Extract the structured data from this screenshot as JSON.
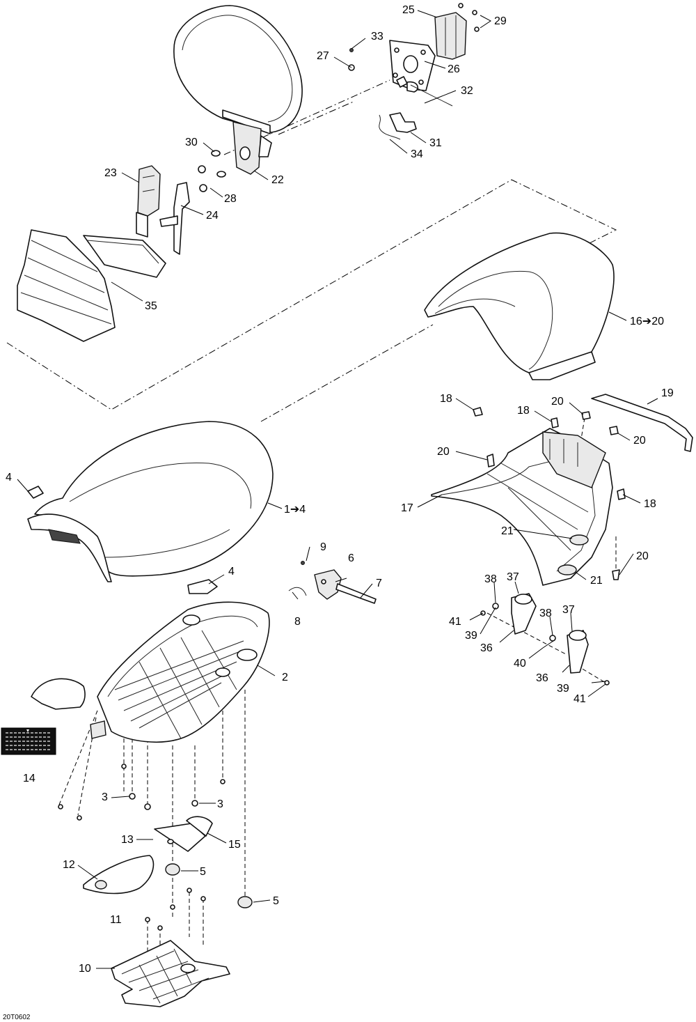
{
  "diagram": {
    "code": "20T0602",
    "callouts": [
      "25",
      "29",
      "33",
      "27",
      "26",
      "32",
      "31",
      "34",
      "30",
      "22",
      "23",
      "28",
      "24",
      "35",
      "16➔20",
      "19",
      "18",
      "20",
      "18",
      "20",
      "20",
      "17",
      "18",
      "21",
      "20",
      "21",
      "4",
      "1➔4",
      "9",
      "6",
      "4",
      "7",
      "8",
      "2",
      "38",
      "37",
      "41",
      "39",
      "36",
      "38",
      "37",
      "40",
      "36",
      "39",
      "41",
      "14",
      "3",
      "3",
      "13",
      "15",
      "12",
      "5",
      "5",
      "11",
      "10"
    ]
  }
}
